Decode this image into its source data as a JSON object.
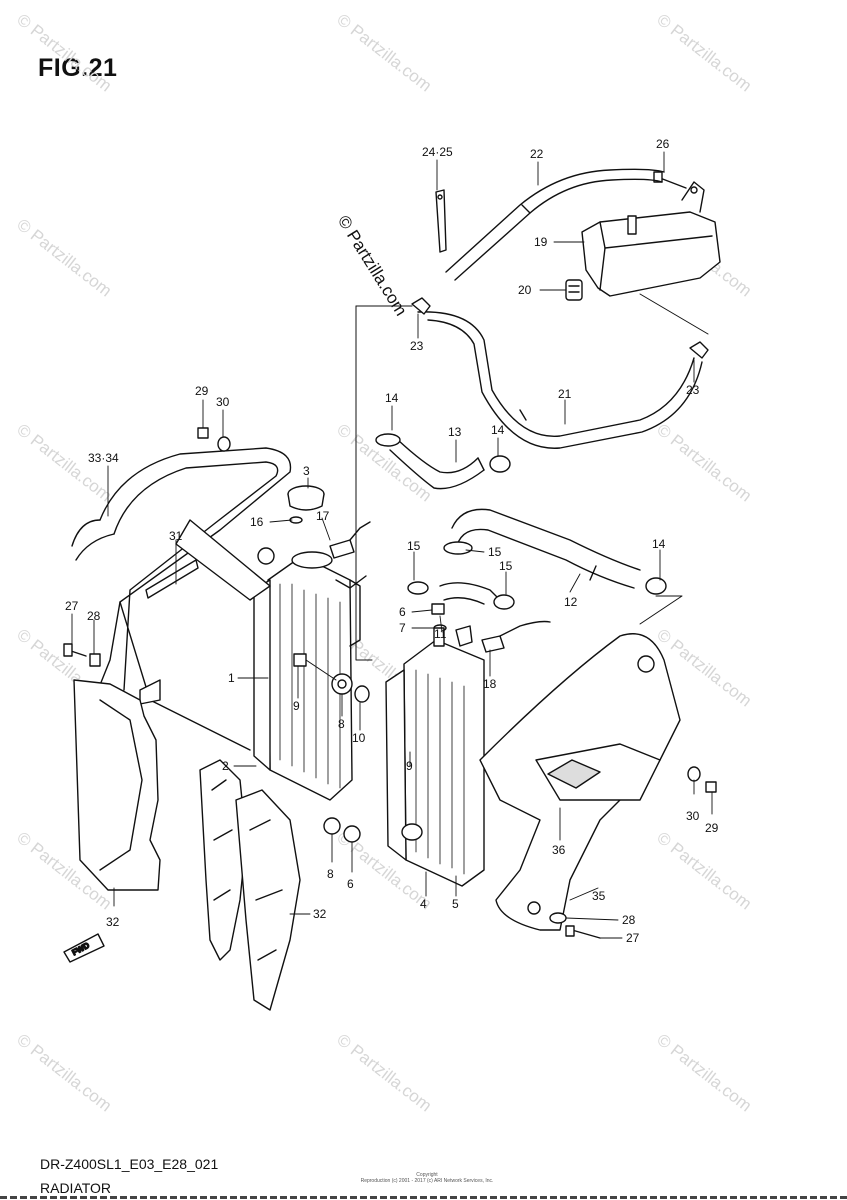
{
  "title": "FIG.21",
  "footer_code": "DR-Z400SL1_E03_E28_021",
  "footer_name": "RADIATOR",
  "copyright_line1": "Copyright",
  "copyright_line2": "Reproduction (c) 2001 - 2017 (c) ARI Network Services, Inc.",
  "watermark_text": "© Partzilla.com",
  "stamp_text": "© Partzilla.com",
  "fwd_label": "FWD",
  "callouts": {
    "c1": "1",
    "c2": "2",
    "c3": "3",
    "c4": "4",
    "c5": "5",
    "c6a": "6",
    "c6b": "6",
    "c7": "7",
    "c8a": "8",
    "c8b": "8",
    "c9a": "9",
    "c9b": "9",
    "c10": "10",
    "c11": "11",
    "c12": "12",
    "c13": "13",
    "c14a": "14",
    "c14b": "14",
    "c14c": "14",
    "c15a": "15",
    "c15b": "15",
    "c15c": "15",
    "c16": "16",
    "c17": "17",
    "c18": "18",
    "c19": "19",
    "c20": "20",
    "c21": "21",
    "c22": "22",
    "c23a": "23",
    "c23b": "23",
    "c2425": "24·25",
    "c26": "26",
    "c27a": "27",
    "c27b": "27",
    "c28a": "28",
    "c28b": "28",
    "c29a": "29",
    "c29b": "29",
    "c30a": "30",
    "c30b": "30",
    "c31": "31",
    "c32a": "32",
    "c32b": "32",
    "c3334": "33·34",
    "c35": "35",
    "c36": "36"
  }
}
